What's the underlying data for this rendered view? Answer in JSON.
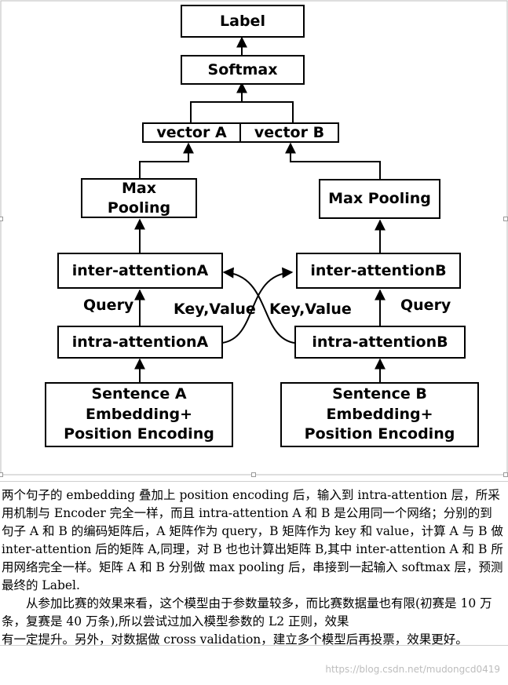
{
  "diagram": {
    "boxes": {
      "label": "Label",
      "softmax": "Softmax",
      "vector_a": "vector A",
      "vector_b": "vector B",
      "max_pooling_a": "Max\nPooling",
      "max_pooling_b": "Max Pooling",
      "inter_attention_a": "inter-attentionA",
      "inter_attention_b": "inter-attentionB",
      "intra_attention_a": "intra-attentionA",
      "intra_attention_b": "intra-attentionB",
      "sentence_a": "Sentence A\nEmbedding+\nPosition Encoding",
      "sentence_b": "Sentence B\nEmbedding+\nPosition Encoding"
    },
    "edge_labels": {
      "query_left": "Query",
      "query_right": "Query",
      "key_value_left": "Key,Value",
      "key_value_right": "Key,Value"
    }
  },
  "text": {
    "paragraph_1": "两个句子的 embedding 叠加上 position encoding 后，输入到 intra-attention 层，所采用机制与 Encoder 完全一样，而且 intra-attention A 和 B 是公用同一个网络；分别的到句子 A 和 B 的编码矩阵后，A 矩阵作为 query，B 矩阵作为 key 和 value，计算 A 与 B 做 inter-attention 后的矩阵 A,同理，对 B 也也计算出矩阵 B,其中 inter-attention A 和 B 所用网络完全一样。矩阵 A 和 B 分别做 max pooling 后，串接到一起输入 softmax 层，预测最终的 Label.",
    "paragraph_2": "从参加比赛的效果来看，这个模型由于参数量较多，而比赛数据量也有限(初赛是 10 万条，复赛是 40 万条),所以尝试过加入模型参数的 L2 正则，效果",
    "paragraph_3": "有一定提升。另外，对数据做 cross validation，建立多个模型后再投票，效果更好。",
    "watermark": "https://blog.csdn.net/mudongcd0419"
  }
}
